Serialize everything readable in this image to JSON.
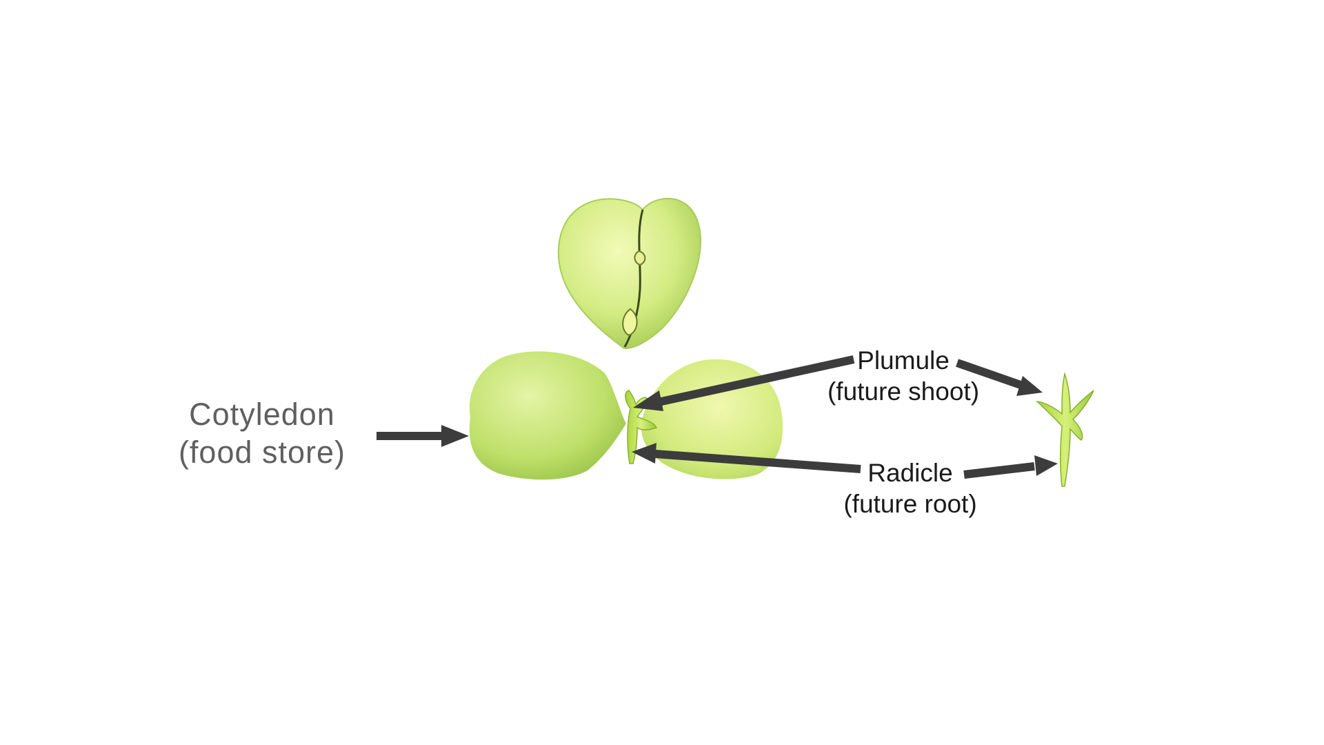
{
  "labels": {
    "cotyledon": {
      "name": "Cotyledon",
      "desc": "(food store)"
    },
    "plumule": {
      "name": "Plumule",
      "desc": "(future shoot)"
    },
    "radicle": {
      "name": "Radicle",
      "desc": "(future root)"
    }
  },
  "colors": {
    "background": "#ffffff",
    "seed_light": "#eaf6a6",
    "seed_mid": "#c3e36e",
    "seed_dark": "#88b43a",
    "embryo": "#b6dc4a",
    "arrow": "#3c3c3c",
    "cotyledon_label": "#5f5f5f",
    "label_text": "#1a1a1a"
  }
}
